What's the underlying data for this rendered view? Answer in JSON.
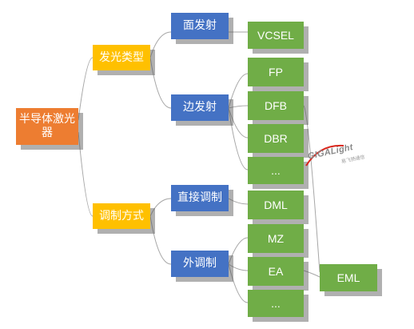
{
  "root": "半导体激光器",
  "level1": {
    "emission_type": "发光类型",
    "modulation": "调制方式"
  },
  "level2": {
    "surface_emitting": "面发射",
    "edge_emitting": "边发射",
    "direct_modulation": "直接调制",
    "external_modulation": "外调制"
  },
  "level3": {
    "vcsel": "VCSEL",
    "fp": "FP",
    "dfb": "DFB",
    "dbr": "DBR",
    "edge_more": "...",
    "dml": "DML",
    "mz": "MZ",
    "ea": "EA",
    "ext_more": "..."
  },
  "eml": "EML",
  "watermark": {
    "text": "GIGALight",
    "sub": "易飞扬通信"
  },
  "colors": {
    "root": "#ed7d31",
    "level1": "#ffc000",
    "level2": "#4472c4",
    "level3": "#70ad47",
    "line": "#a6a6a6",
    "watermark_red": "#d9261c"
  }
}
